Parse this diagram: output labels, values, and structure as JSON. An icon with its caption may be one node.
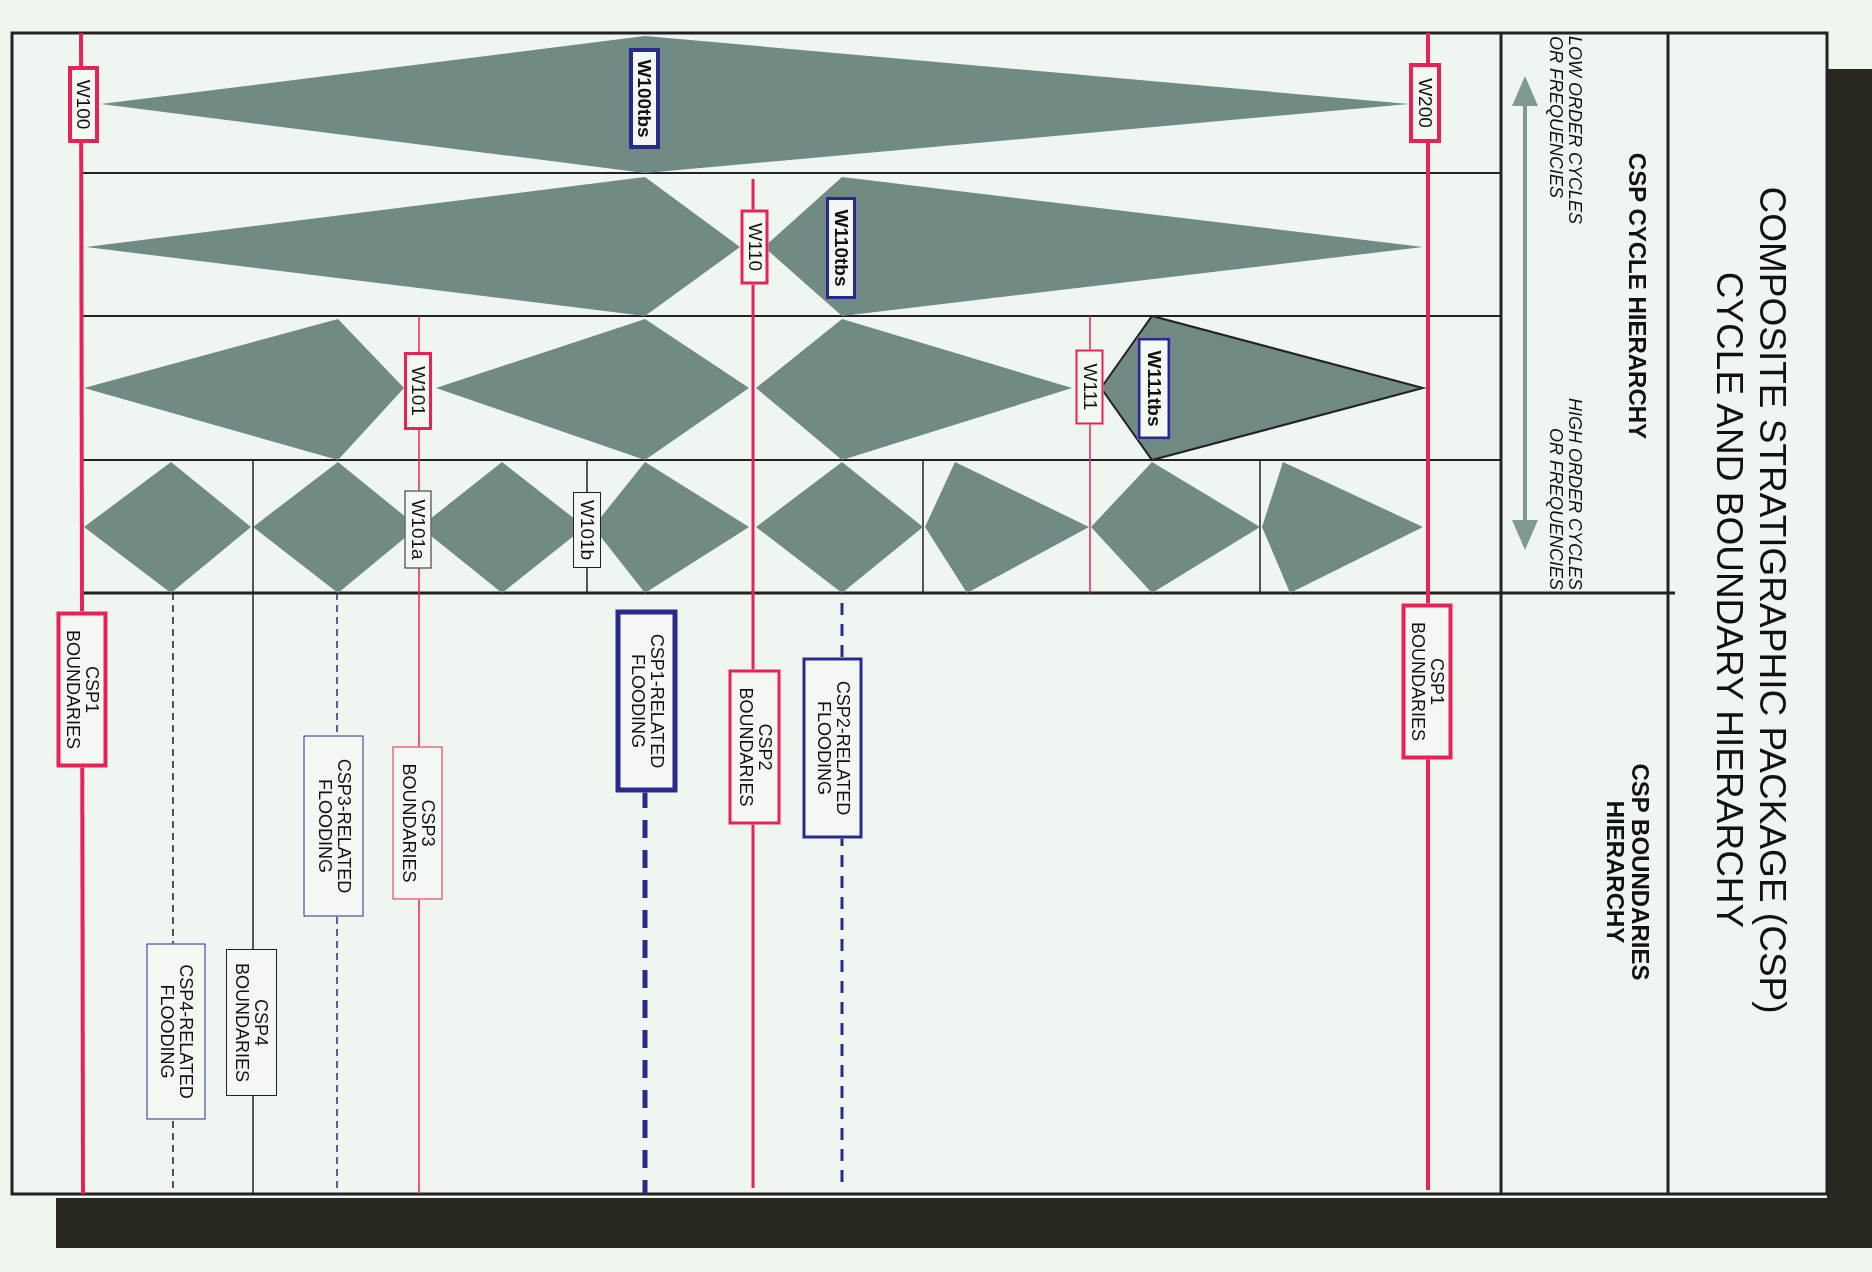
{
  "diagram": {
    "title": "COMPOSITE STRATIGRAPHIC PACKAGE (CSP) CYCLE AND BOUNDARY HIERARCHY",
    "nodes": [
      {
        "text": [
          "W100"
        ]
      },
      {
        "text": [
          "W100tbs"
        ]
      },
      {
        "text": [
          "W200"
        ]
      },
      {
        "text": [
          "W110"
        ]
      },
      {
        "text": [
          "W110tbs"
        ]
      },
      {
        "text": [
          "W101"
        ]
      },
      {
        "text": [
          "W111"
        ]
      },
      {
        "text": [
          "W111tbs"
        ]
      },
      {
        "text": [
          "W101a"
        ]
      },
      {
        "text": [
          "W101b"
        ]
      },
      {
        "text": [
          "CSP1 BOUNDARIES"
        ]
      },
      {
        "text": [
          "CSP1-RELATED FLOODING"
        ]
      },
      {
        "text": [
          "CSP2 BOUNDARIES"
        ]
      },
      {
        "text": [
          "CSP2-RELATED FLOODING"
        ]
      },
      {
        "text": [
          "CSP3 BOUNDARIES"
        ]
      },
      {
        "text": [
          "CSP3-RELATED FLOODING"
        ]
      },
      {
        "text": [
          "CSP4 BOUNDARIES"
        ]
      },
      {
        "text": [
          "CSP4-RELATED FLOODING"
        ]
      },
      {
        "text": [
          "CSP1 BOUNDARIES"
        ]
      }
    ],
    "labels": [
      "CSP CYCLE HIERARCHY",
      "LOW ORDER CYCLES OR FREQUENCIES",
      "HIGH ORDER CYCLES OR FREQUENCIES",
      "CSP BOUNDARIES HIERARCHY"
    ]
  }
}
